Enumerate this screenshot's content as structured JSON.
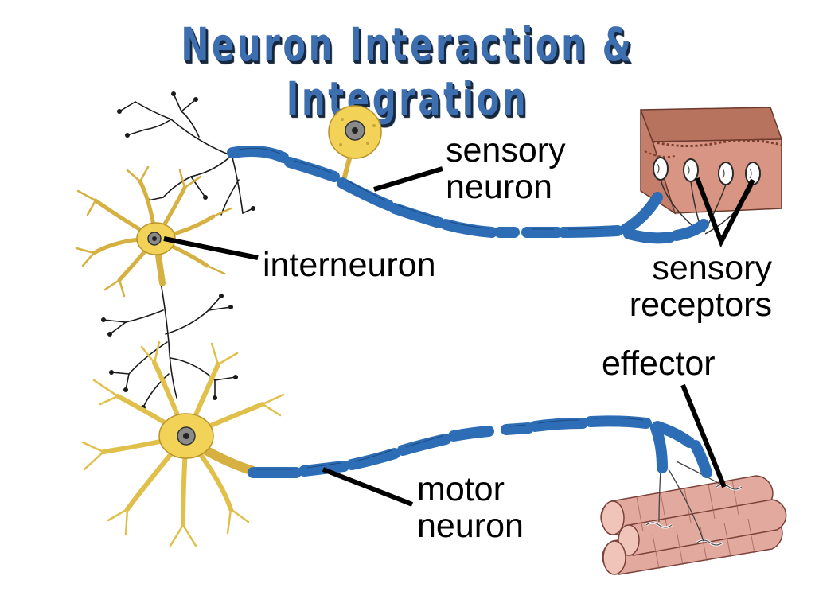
{
  "title": "Neuron Interaction & Integration",
  "labels": {
    "sensory_neuron": [
      "sensory",
      "neuron"
    ],
    "interneuron": "interneuron",
    "sensory_receptors": [
      "sensory",
      "receptors"
    ],
    "effector": "effector",
    "motor_neuron": [
      "motor",
      "neuron"
    ]
  },
  "colors": {
    "title_blue": "#3d6fb0",
    "axon_myelin": "#2c6db5",
    "cell_body": "#f2d257",
    "dendrite": "#1a1a1a",
    "skin": "#d99583",
    "muscle": "#e2a99e"
  }
}
